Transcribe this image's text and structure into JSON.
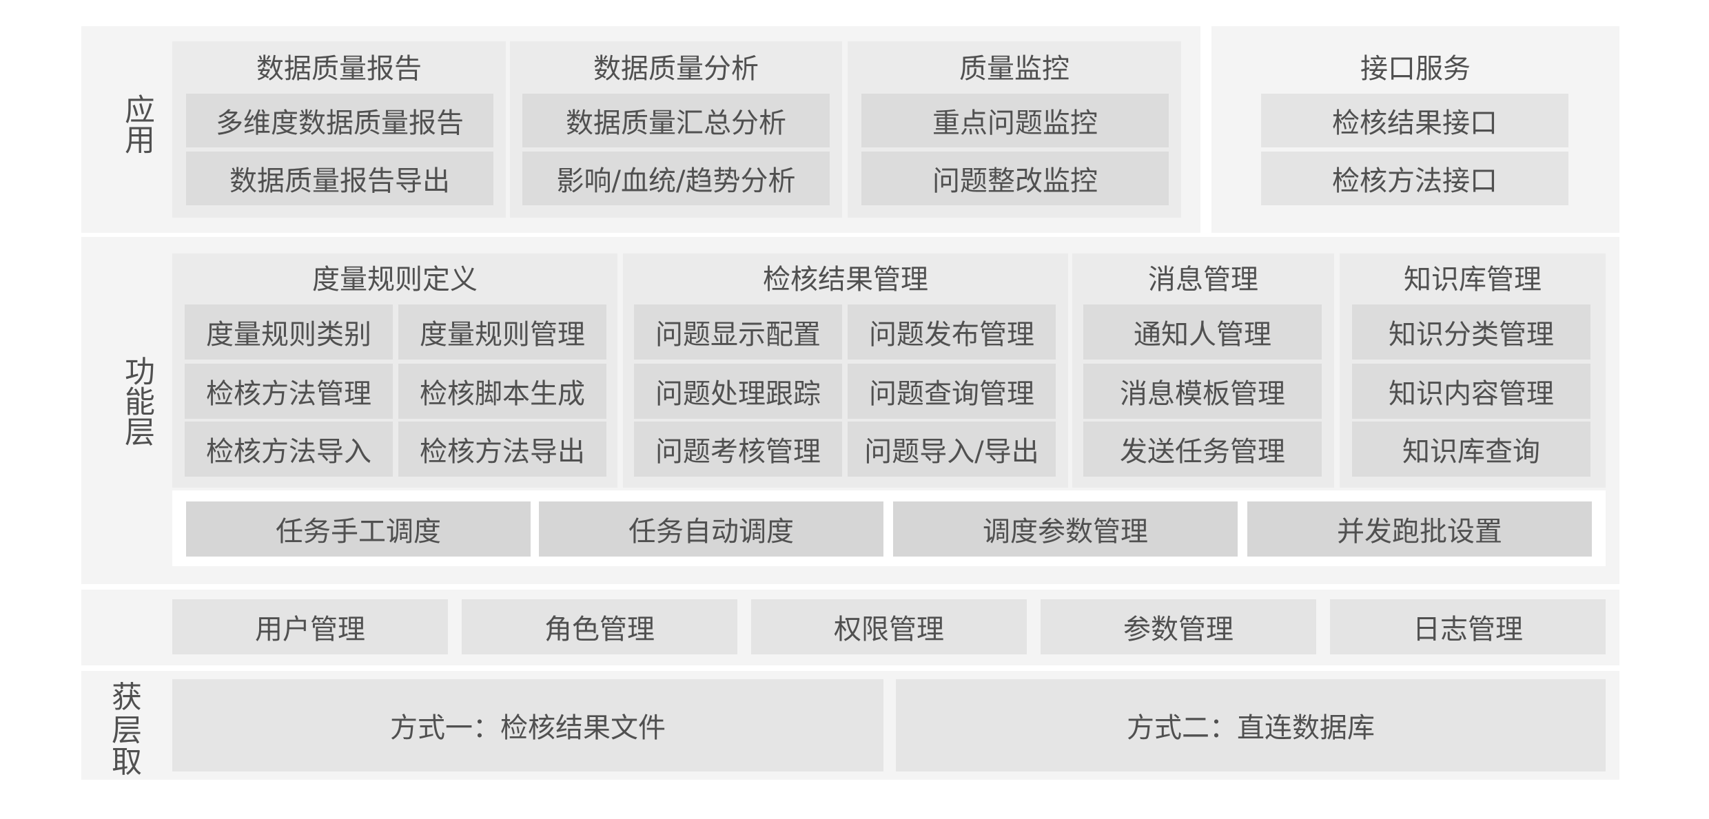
{
  "layers": {
    "app": {
      "label": "应用",
      "groups": [
        {
          "title": "数据质量报告",
          "items": [
            "多维度数据质量报告",
            "数据质量报告导出"
          ]
        },
        {
          "title": "数据质量分析",
          "items": [
            "数据质量汇总分析",
            "影响/血统/趋势分析"
          ]
        },
        {
          "title": "质量监控",
          "items": [
            "重点问题监控",
            "问题整改监控"
          ]
        }
      ],
      "interface": {
        "title": "接口服务",
        "items": [
          "检核结果接口",
          "检核方法接口"
        ]
      }
    },
    "function": {
      "label": "功能层",
      "groups": [
        {
          "title": "度量规则定义",
          "items": [
            "度量规则类别",
            "度量规则管理",
            "检核方法管理",
            "检核脚本生成",
            "检核方法导入",
            "检核方法导出"
          ]
        },
        {
          "title": "检核结果管理",
          "items": [
            "问题显示配置",
            "问题发布管理",
            "问题处理跟踪",
            "问题查询管理",
            "问题考核管理",
            "问题导入/导出"
          ]
        },
        {
          "title": "消息管理",
          "items": [
            "通知人管理",
            "消息模板管理",
            "发送任务管理"
          ]
        },
        {
          "title": "知识库管理",
          "items": [
            "知识分类管理",
            "知识内容管理",
            "知识库查询"
          ]
        }
      ],
      "schedule": [
        "任务手工调度",
        "任务自动调度",
        "调度参数管理",
        "并发跑批设置"
      ]
    },
    "system": {
      "items": [
        "用户管理",
        "角色管理",
        "权限管理",
        "参数管理",
        "日志管理"
      ]
    },
    "acquire": {
      "label_chars": [
        "获",
        "层",
        "取"
      ],
      "items": [
        "方式一：检核结果文件",
        "方式二：直连数据库"
      ]
    }
  }
}
